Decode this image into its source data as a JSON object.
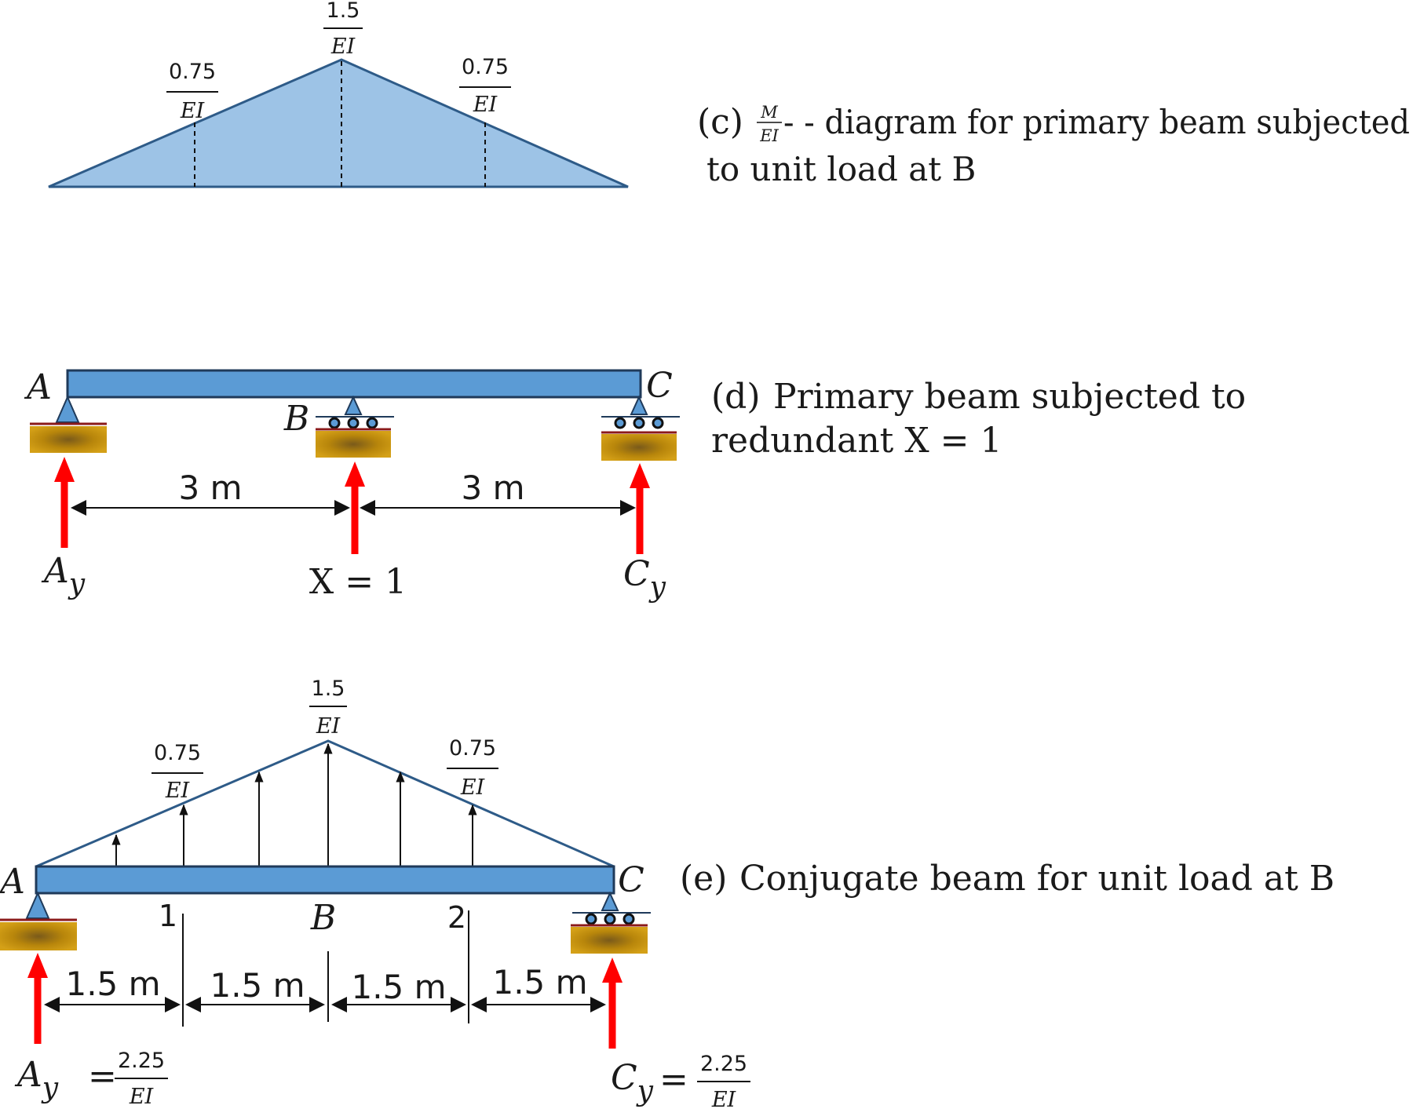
{
  "colors": {
    "beam_fill": "#5b9bd5",
    "beam_stroke": "#1f3a5a",
    "diagram_fill": "#9dc3e6",
    "diagram_stroke": "#2e5b88",
    "reaction_arrow": "#ff0000",
    "ground": "#b8860b"
  },
  "panel_c": {
    "caption_prefix": "(c)",
    "caption_frac_num": "M",
    "caption_frac_den": "EI",
    "caption_line1": "- - diagram for primary beam subjected",
    "caption_line2": "to unit load at B",
    "peak_num": "1.5",
    "peak_den": "EI",
    "left_num": "0.75",
    "left_den": "EI",
    "right_num": "0.75",
    "right_den": "EI"
  },
  "panel_d": {
    "caption_prefix": "(d)",
    "caption_line1": "Primary beam subjected to",
    "caption_line2": "redundant X = 1",
    "label_a": "A",
    "label_b": "B",
    "label_c": "C",
    "span_left": "3 m",
    "span_right": "3 m",
    "reaction_a_main": "A",
    "reaction_a_sub": "y",
    "reaction_b": "X = 1",
    "reaction_c_main": "C",
    "reaction_c_sub": "y"
  },
  "panel_e": {
    "caption_prefix": "(e)",
    "caption_line1": "Conjugate beam for unit load at B",
    "label_a": "A",
    "label_b": "B",
    "label_c": "C",
    "section_1": "1",
    "section_2": "2",
    "spans": [
      "1.5 m",
      "1.5 m",
      "1.5 m",
      "1.5 m"
    ],
    "peak_num": "1.5",
    "peak_den": "EI",
    "left_num": "0.75",
    "left_den": "EI",
    "right_num": "0.75",
    "right_den": "EI",
    "reaction_a_main": "A",
    "reaction_a_sub": "y",
    "reaction_a_eq": "=",
    "reaction_a_num": "2.25",
    "reaction_a_den": "EI",
    "reaction_c_main": "C",
    "reaction_c_sub": "y",
    "reaction_c_eq": "=",
    "reaction_c_num": "2.25",
    "reaction_c_den": "EI"
  }
}
